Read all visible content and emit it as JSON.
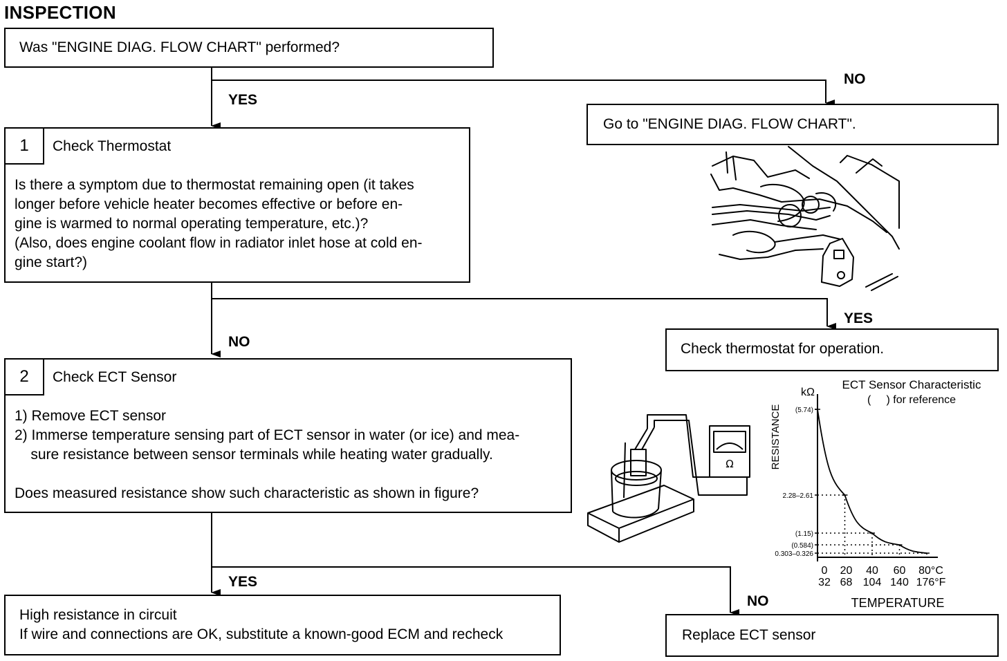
{
  "page": {
    "title": "INSPECTION"
  },
  "start": {
    "question": "Was \"ENGINE DIAG. FLOW CHART\" performed?"
  },
  "labels": {
    "yes": "YES",
    "no": "NO"
  },
  "go_box": {
    "text": "Go to \"ENGINE DIAG. FLOW CHART\"."
  },
  "step1": {
    "number": "1",
    "heading": "Check Thermostat",
    "lines": [
      "Is there a symptom due to thermostat remaining open (it takes",
      "longer before vehicle heater becomes effective or before en-",
      "gine is warmed to normal operating temperature, etc.)?",
      "(Also, does engine coolant flow in radiator inlet hose at cold en-",
      "gine start?)"
    ]
  },
  "thermo_box": {
    "text": "Check thermostat for operation."
  },
  "step2": {
    "number": "2",
    "heading": "Check ECT Sensor",
    "lines": [
      "1) Remove ECT sensor",
      "2) Immerse temperature sensing part of ECT sensor in water (or ice) and mea-",
      "    sure resistance between sensor terminals while heating water gradually.",
      "",
      "Does measured resistance show such characteristic as shown in figure?"
    ]
  },
  "result_high": {
    "lines": [
      "High resistance in circuit",
      "If wire and connections are OK, substitute a known-good ECM and recheck"
    ]
  },
  "result_replace": {
    "text": "Replace ECT sensor"
  },
  "meter": {
    "symbol": "Ω"
  },
  "chart_data": {
    "type": "line",
    "title": "ECT Sensor Characteristic",
    "subtitle": "(     ) for reference",
    "ylabel": "RESISTANCE",
    "yunit": "kΩ",
    "xlabel": "TEMPERATURE",
    "x_celsius": [
      0,
      20,
      40,
      60,
      80
    ],
    "x_fahrenheit": [
      "32",
      "68",
      "104",
      "140",
      "176°F"
    ],
    "x_celsius_labels": [
      "0",
      "20",
      "40",
      "60",
      "80°C"
    ],
    "series": [
      {
        "x": [
          0,
          20,
          40,
          60,
          80
        ],
        "y": [
          5.74,
          2.45,
          1.15,
          0.584,
          0.3145
        ]
      }
    ],
    "ytick_labels": [
      "(5.74)",
      "2.28–2.61",
      "(1.15)",
      "(0.584)",
      "0.303–0.326"
    ],
    "ytick_values": [
      5.74,
      2.45,
      1.15,
      0.584,
      0.3145
    ],
    "dotted_guides": true
  }
}
